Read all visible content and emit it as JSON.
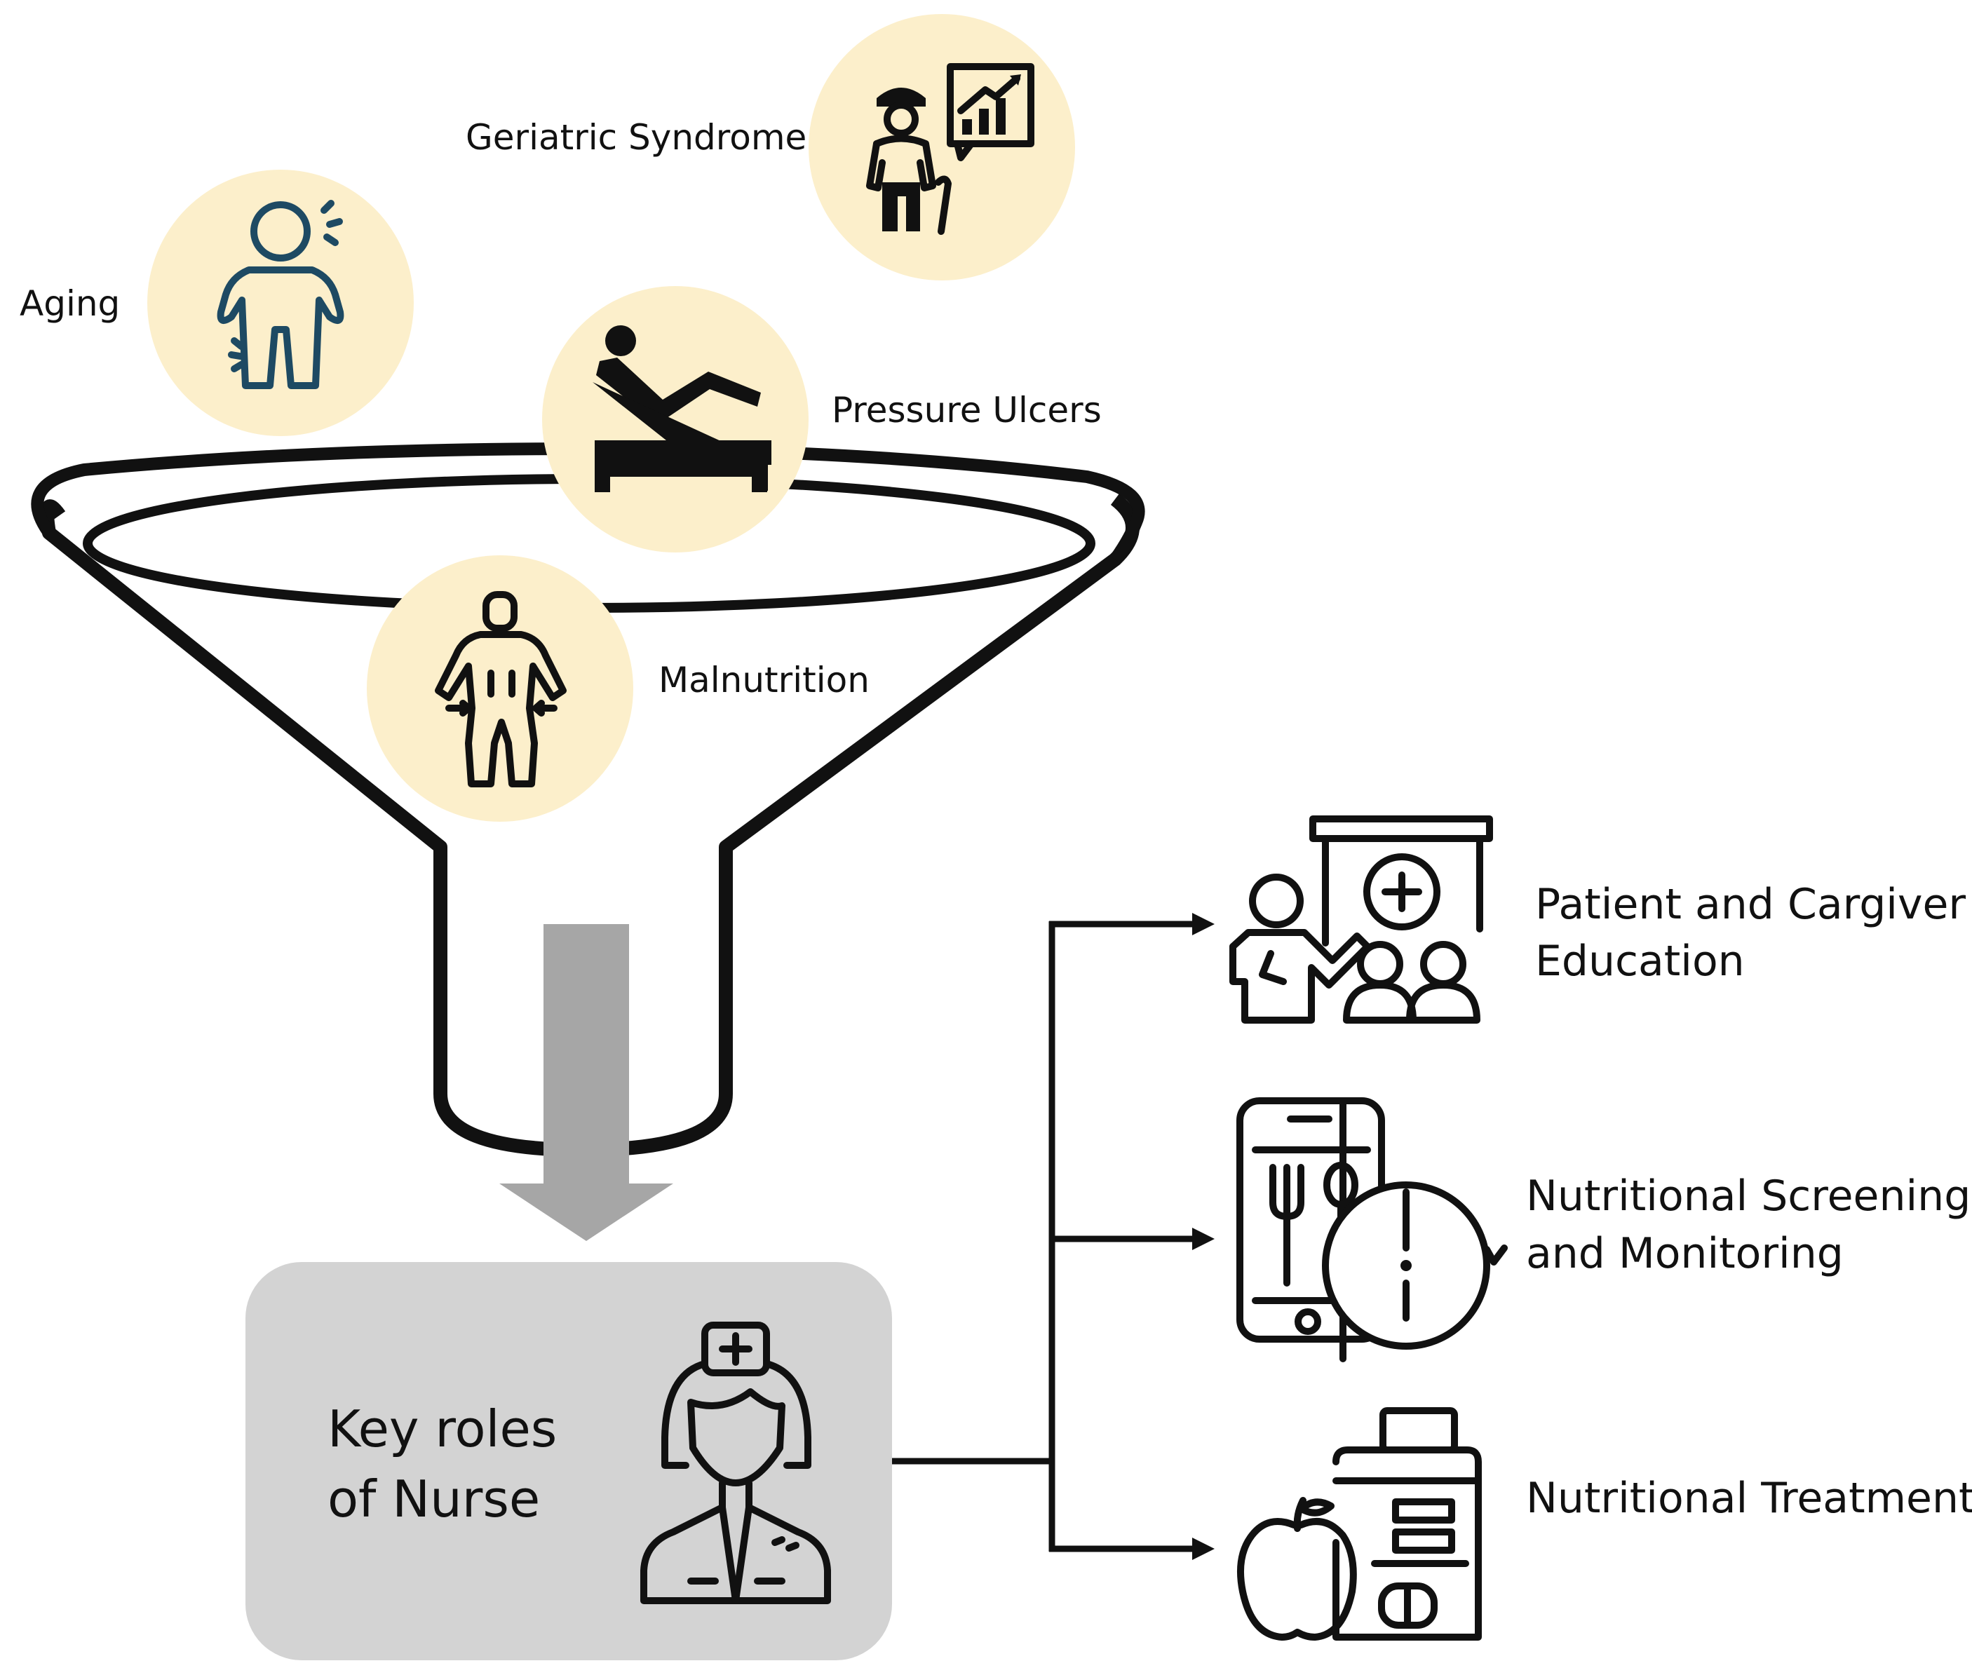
{
  "colors": {
    "circle_bg": "#fcefcb",
    "nurse_box": "#d3d3d3",
    "arrow_grey": "#a6a6a6",
    "aging_icon": "#1e4a63",
    "line": "#111111"
  },
  "inputs": [
    {
      "id": "aging",
      "label": "Aging",
      "icon": "person-pain-icon"
    },
    {
      "id": "geriatric",
      "label": "Geriatric Syndrome",
      "icon": "elderly-chart-icon"
    },
    {
      "id": "pressure",
      "label": "Pressure Ulcers",
      "icon": "bedridden-patient-icon"
    },
    {
      "id": "malnutrition",
      "label": "Malnutrition",
      "icon": "thin-body-icon"
    }
  ],
  "center": {
    "line1": "Key roles",
    "line2": "of Nurse",
    "icon": "nurse-icon"
  },
  "roles": [
    {
      "id": "education",
      "line1": "Patient and Cargiver",
      "line2": "Education",
      "icon": "education-board-icon"
    },
    {
      "id": "screening",
      "line1": "Nutritional Screening",
      "line2": "and Monitoring",
      "icon": "phone-clock-icon"
    },
    {
      "id": "treatments",
      "line1": "Nutritional Treatments",
      "line2": "",
      "icon": "apple-medicine-icon"
    }
  ]
}
